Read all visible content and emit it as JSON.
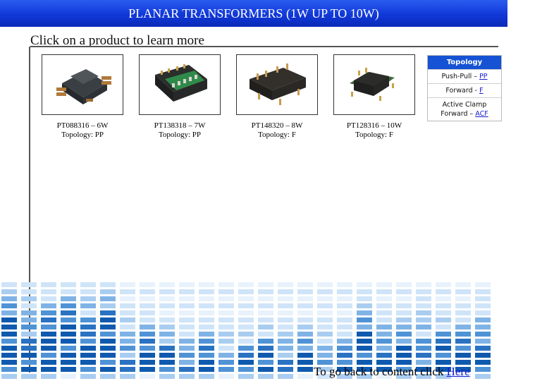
{
  "header": {
    "title": "PLANAR TRANSFORMERS (1W UP TO 10W)"
  },
  "subtitle": "Click on a product to learn more",
  "products": [
    {
      "part": "PT088316 – 6W",
      "topology": "Topology: PP"
    },
    {
      "part": "PT138318 – 7W",
      "topology": "Topology: PP"
    },
    {
      "part": "PT148320 – 8W",
      "topology": "Topology: F"
    },
    {
      "part": "PT128316 – 10W",
      "topology": "Topology: F"
    }
  ],
  "topology_table": {
    "heading": "Topology",
    "rows": [
      {
        "label": "Push-Pull – ",
        "link": "PP"
      },
      {
        "label": "Forward - ",
        "link": "F"
      },
      {
        "label_line1": "Active Clamp",
        "label": "Forward – ",
        "link": "ACF"
      }
    ]
  },
  "footer": {
    "text": "To go back to content click ",
    "link": "Here"
  },
  "colors": {
    "header": "#1138d8",
    "link": "#1a1ad0",
    "topology_header": "#1553d4"
  }
}
